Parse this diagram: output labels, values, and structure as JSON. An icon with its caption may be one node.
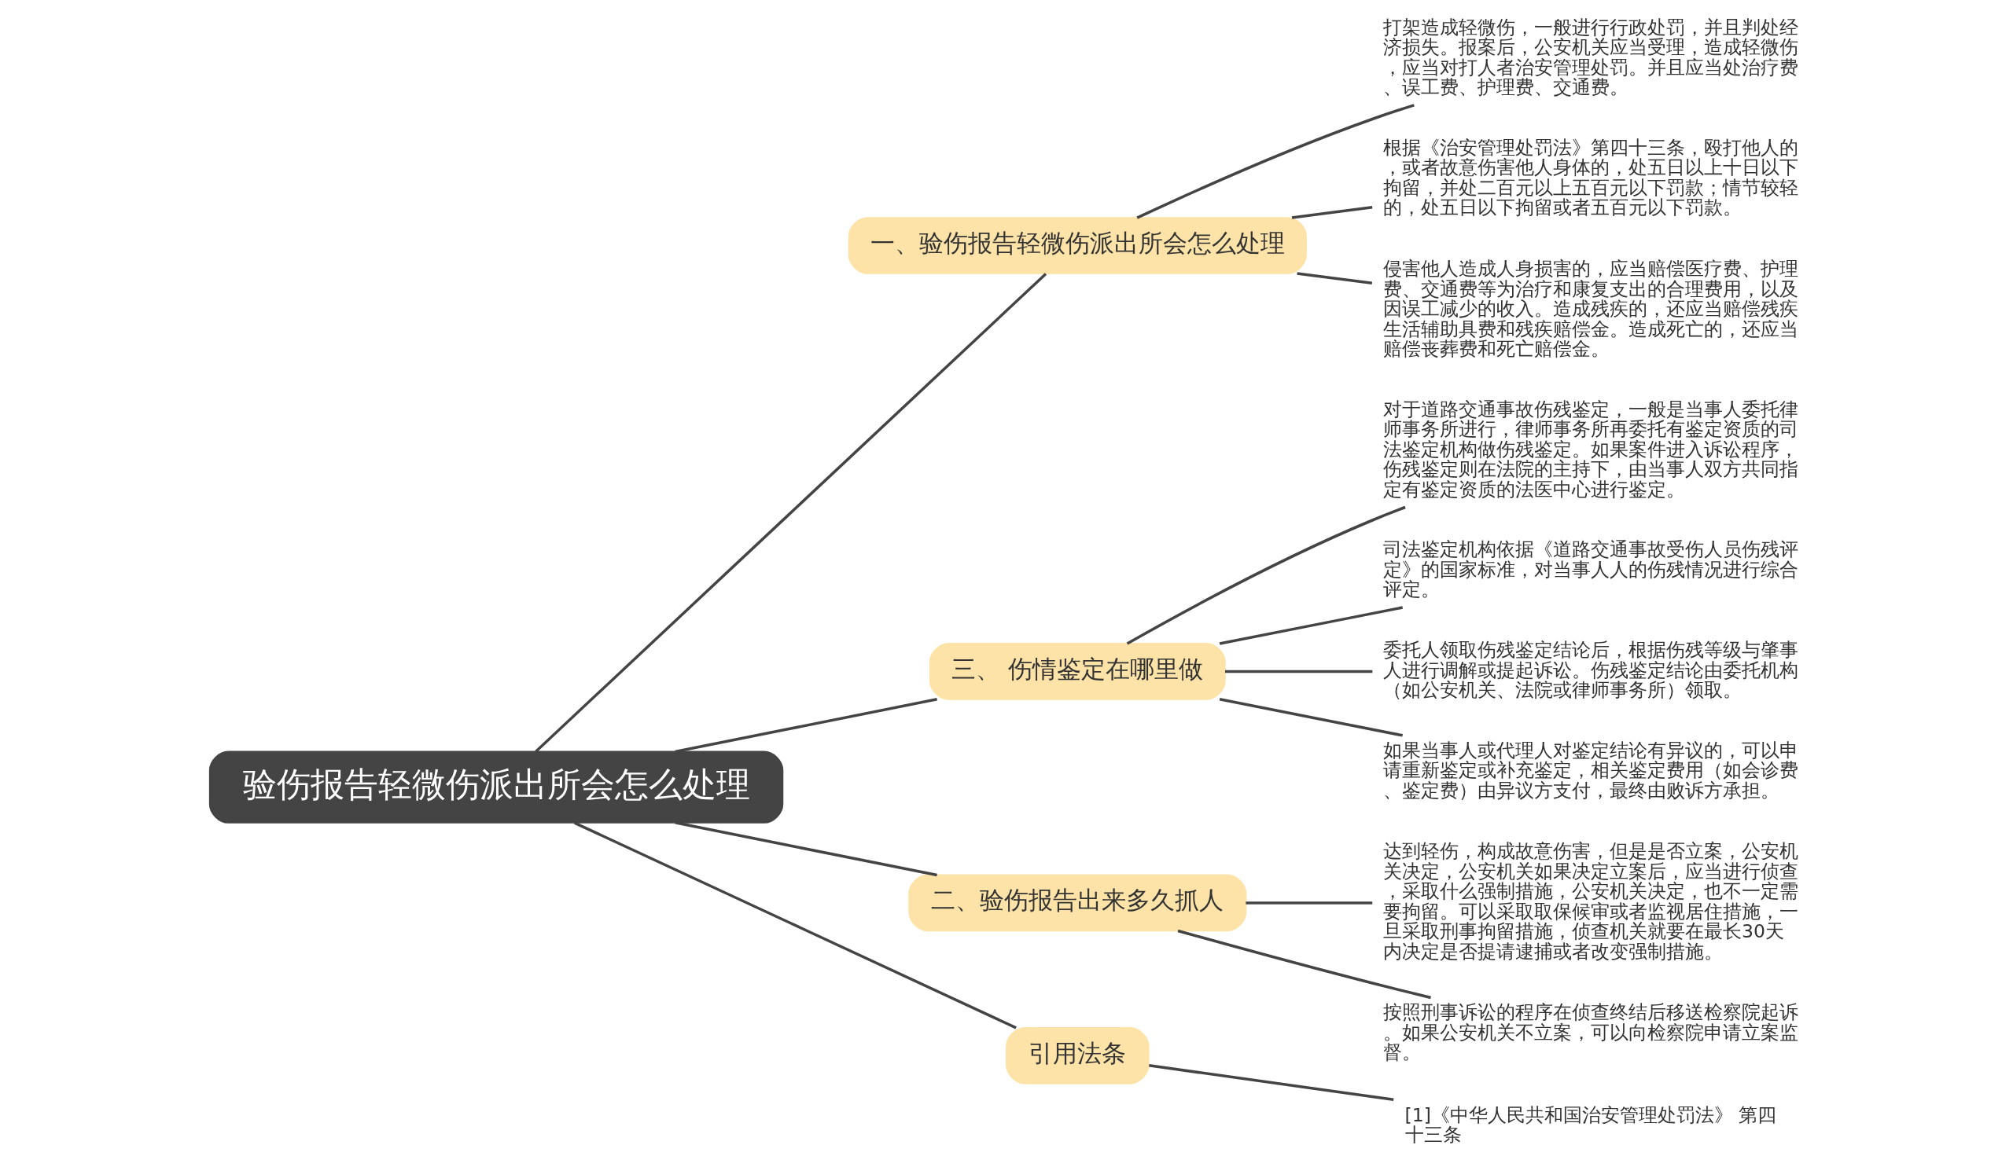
{
  "diagram": {
    "nodes": [
      {
        "text": [
          "验伤报告轻微伤派出所会怎么处理"
        ]
      },
      {
        "text": [
          "一、验伤报告轻微伤派出所会怎么处理"
        ]
      },
      {
        "text": [
          "打架造成轻微伤，一般进行行政处罚，并且判处经济损失。报案后，公安机关应当受理，造成轻微伤，应当对打人者治安管理处罚。并且应当处治疗费、误工费、护理费、交通费。"
        ]
      },
      {
        "text": [
          "根据《治安管理处罚法》第四十三条，殴打他人的，或者故意伤害他人身体的，处五日以上十日以下拘留，并处二百元以上五百元以下罚款；情节较轻的，处五日以下拘留或者五百元以下罚款。"
        ]
      },
      {
        "text": [
          "侵害他人造成人身损害的，应当赔偿医疗费、护理费、交通费等为治疗和康复支出的合理费用，以及因误工减少的收入。造成残疾的，还应当赔偿残疾生活辅助具费和残疾赔偿金。造成死亡的，还应当赔偿丧葬费和死亡赔偿金。"
        ]
      },
      {
        "text": [
          "三、 伤情鉴定在哪里做"
        ]
      },
      {
        "text": [
          "对于道路交通事故伤残鉴定，一般是当事人委托律师事务所进行，律师事务所再委托有鉴定资质的司法鉴定机构做伤残鉴定。如果案件进入诉讼程序，伤残鉴定则在法院的主持下，由当事人双方共同指定有鉴定资质的法医中心进行鉴定。"
        ]
      },
      {
        "text": [
          "司法鉴定机构依据《道路交通事故受伤人员伤残评定》的国家标准，对当事人人的伤残情况进行综合评定。"
        ]
      },
      {
        "text": [
          "委托人领取伤残鉴定结论后，根据伤残等级与肇事人进行调解或提起诉讼。伤残鉴定结论由委托机构（如公安机关、法院或律师事务所）领取。"
        ]
      },
      {
        "text": [
          "如果当事人或代理人对鉴定结论有异议的，可以申请重新鉴定或补充鉴定，相关鉴定费用（如会诊费、鉴定费）由异议方支付，最终由败诉方承担。"
        ]
      },
      {
        "text": [
          "二、验伤报告出来多久抓人"
        ]
      },
      {
        "text": [
          "达到轻伤，构成故意伤害，但是是否立案，公安机关决定，公安机关如果决定立案后，应当进行侦查，采取什么强制措施，公安机关决定，也不一定需要拘留。可以采取取保候审或者监视居住措施，一旦采取刑事拘留措施，侦查机关就要在最长30天内决定是否提请逮捕或者改变强制措施。"
        ]
      },
      {
        "text": [
          "按照刑事诉讼的程序在侦查终结后移送检察院起诉。如果公安机关不立案，可以向检察院申请立案监督。"
        ]
      },
      {
        "text": [
          "引用法条"
        ]
      },
      {
        "text": [
          "[1]《中华人民共和国治安管理处罚法》 第四十三条"
        ]
      }
    ],
    "edges": [
      {
        "from": 0,
        "to": 1,
        "arrow": "none"
      },
      {
        "from": 1,
        "to": 2,
        "arrow": "none"
      },
      {
        "from": 1,
        "to": 3,
        "arrow": "none"
      },
      {
        "from": 1,
        "to": 4,
        "arrow": "none"
      },
      {
        "from": 0,
        "to": 5,
        "arrow": "none"
      },
      {
        "from": 5,
        "to": 6,
        "arrow": "none"
      },
      {
        "from": 5,
        "to": 7,
        "arrow": "none"
      },
      {
        "from": 5,
        "to": 8,
        "arrow": "none"
      },
      {
        "from": 5,
        "to": 9,
        "arrow": "none"
      },
      {
        "from": 0,
        "to": 10,
        "arrow": "none"
      },
      {
        "from": 10,
        "to": 11,
        "arrow": "none"
      },
      {
        "from": 10,
        "to": 12,
        "arrow": "none"
      },
      {
        "from": 0,
        "to": 13,
        "arrow": "none"
      },
      {
        "from": 13,
        "to": 14,
        "arrow": "none"
      }
    ]
  }
}
